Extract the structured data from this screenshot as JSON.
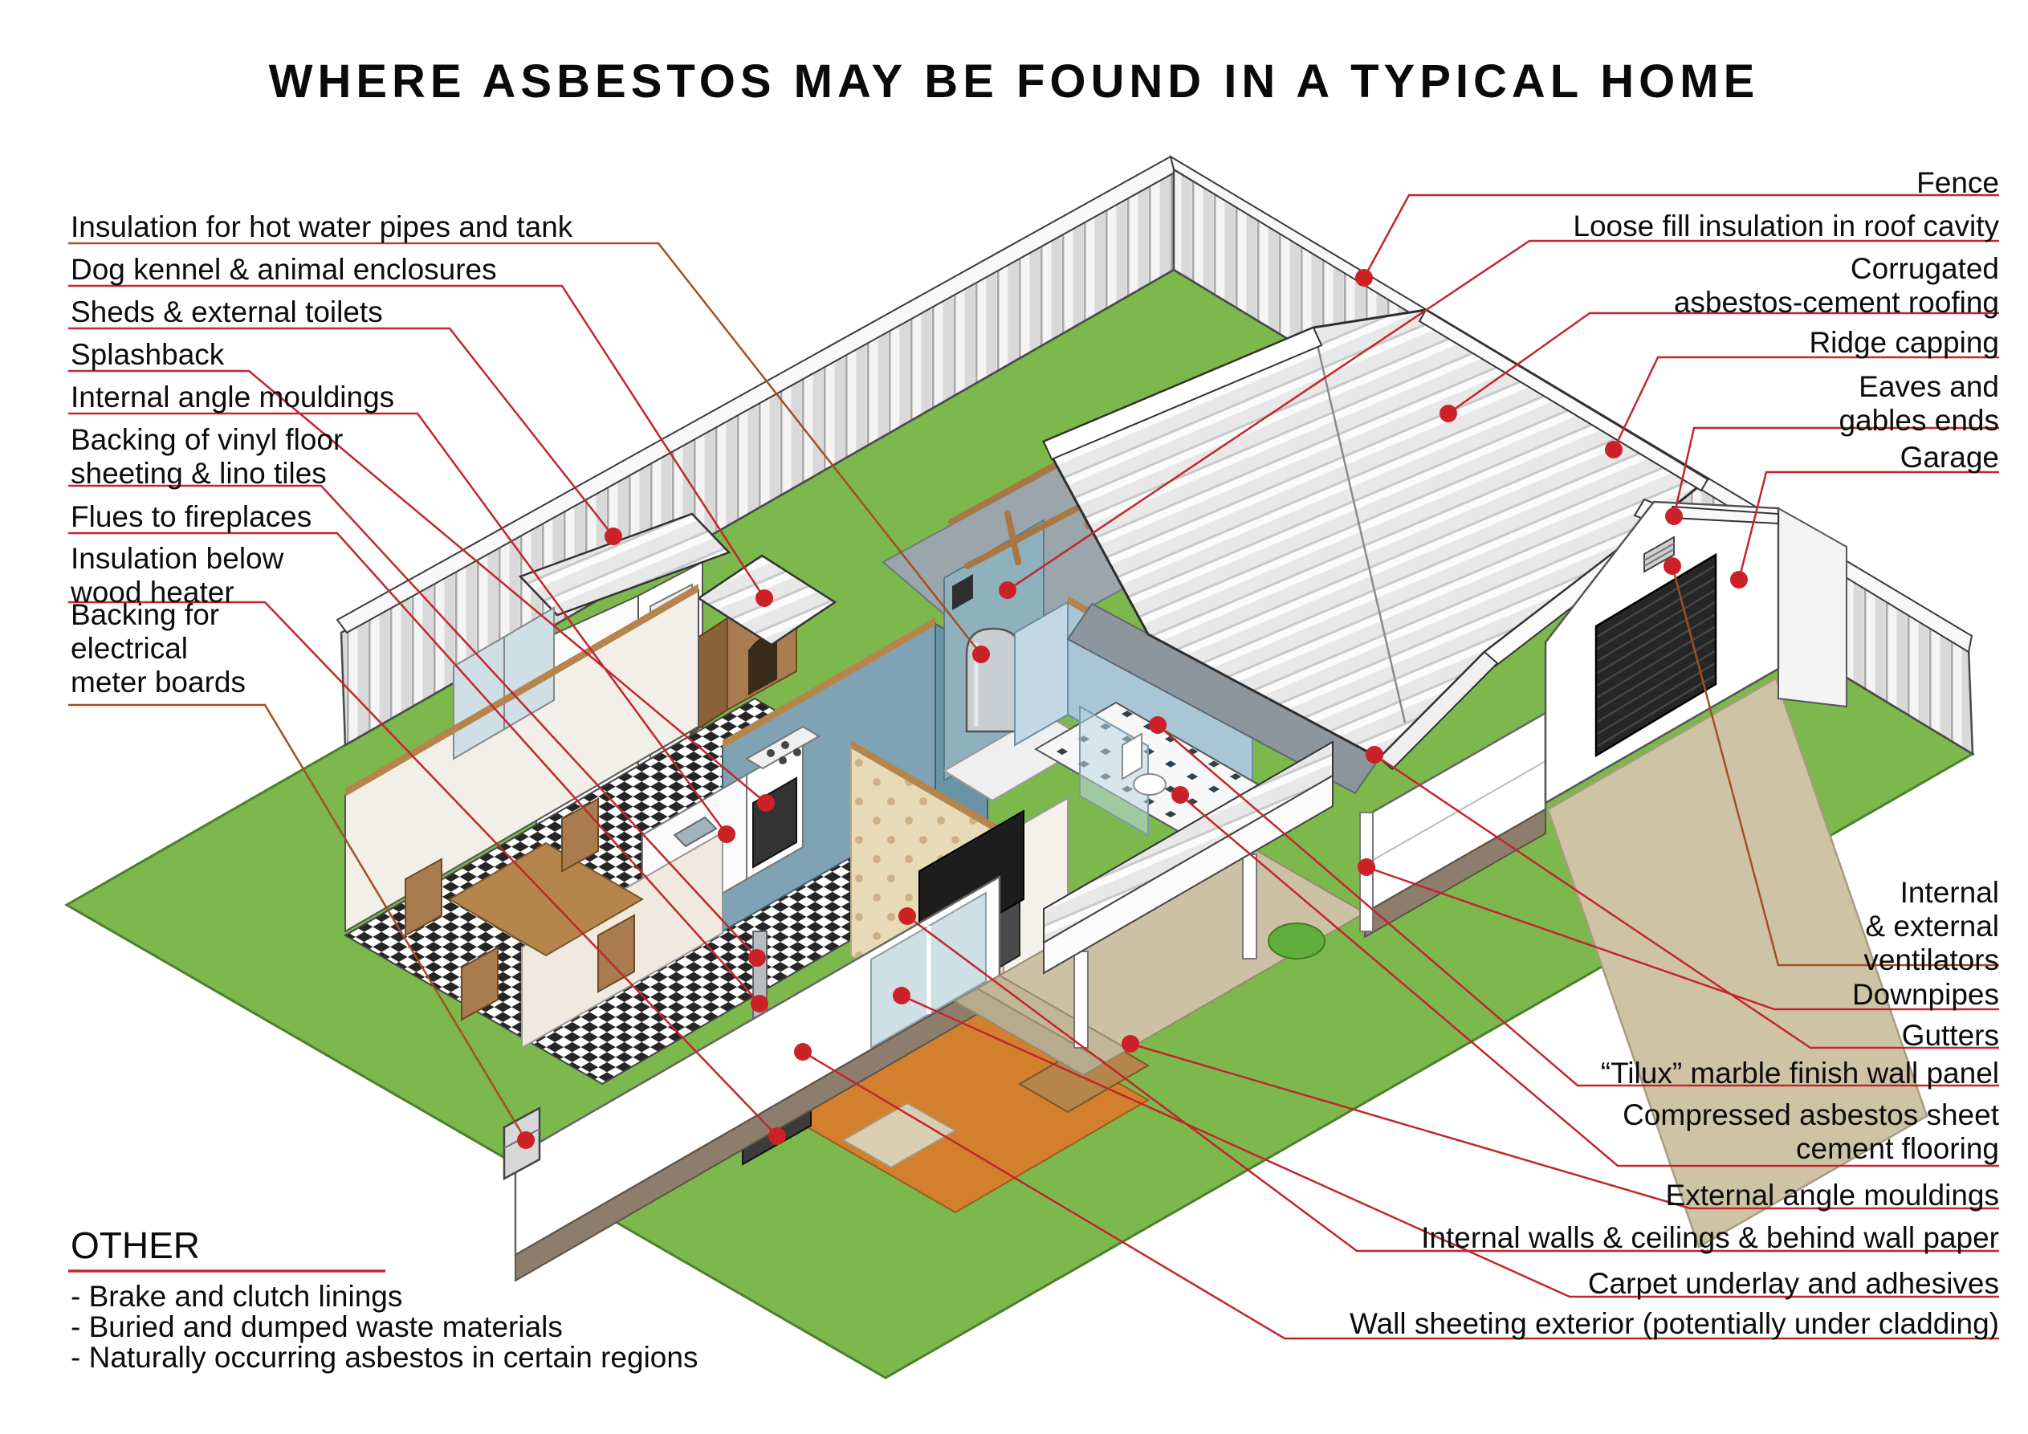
{
  "title": "WHERE ASBESTOS MAY BE FOUND IN A TYPICAL HOME",
  "diagram": {
    "labels_left": [
      "Insulation for hot water pipes and tank",
      "Dog kennel & animal enclosures",
      "Sheds & external toilets",
      "Splashback",
      "Internal angle mouldings",
      "Backing of vinyl floor\nsheeting & lino tiles",
      "Flues to fireplaces",
      "Insulation below\nwood heater",
      "Backing for\nelectrical\nmeter boards"
    ],
    "labels_right": [
      "Fence",
      "Loose fill insulation in roof cavity",
      "Corrugated\nasbestos-cement roofing",
      "Ridge capping",
      "Eaves and\ngables ends",
      "Garage",
      "Internal\n& external\nventilators",
      "Downpipes",
      "Gutters",
      "“Tilux” marble finish wall panel",
      "Compressed asbestos sheet\ncement flooring",
      "External angle mouldings",
      "Internal walls & ceilings & behind wall paper",
      "Carpet underlay and adhesives",
      "Wall sheeting exterior (potentially under cladding)"
    ],
    "other": {
      "heading": "OTHER",
      "items": [
        "- Brake and clutch linings",
        "- Buried and dumped waste materials",
        "- Naturally occurring asbestos in certain regions"
      ]
    },
    "colors": {
      "leader_red": "#c1272d",
      "leader_brown": "#a34f22",
      "lawn_green": "#7cb84c",
      "roof_grey": "#f2f2f2",
      "kitchen_teal": "#7fa3b5",
      "bathroom_blue": "#a9c6d6",
      "floor_orange": "#d2802e",
      "wood_brown": "#b5854b",
      "driveway_tan": "#cfc3a6"
    }
  }
}
